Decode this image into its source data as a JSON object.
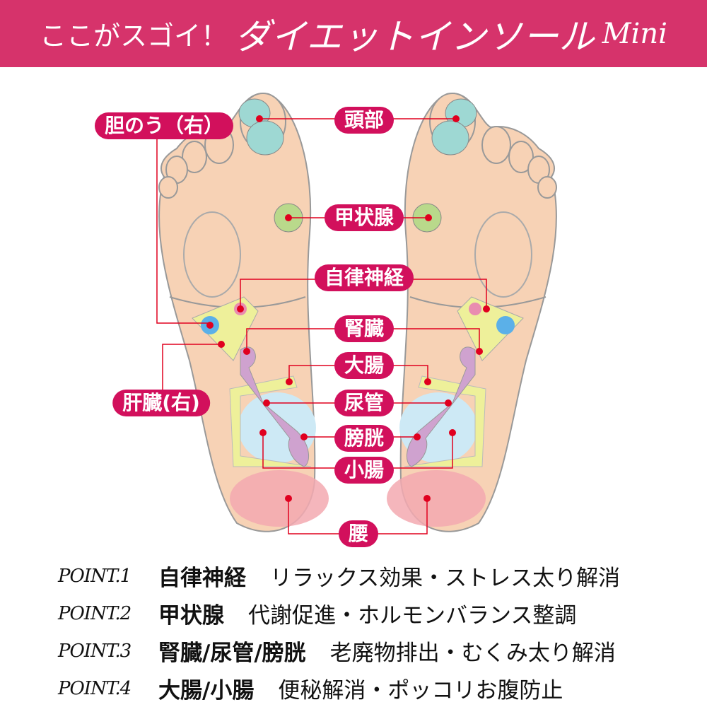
{
  "header": {
    "lead": "ここがスゴイ！",
    "title": "ダイエットインソール",
    "suffix": "Mini"
  },
  "labels": {
    "head": "頭部",
    "gallbladder": "胆のう（右）",
    "thyroid": "甲状腺",
    "autonomic": "自律神経",
    "kidney": "腎臓",
    "large_intestine": "大腸",
    "liver": "肝臓(右)",
    "ureter": "尿管",
    "bladder": "膀胱",
    "small_intestine": "小腸",
    "waist": "腰"
  },
  "points": [
    {
      "no": "POINT.1",
      "organ": "自律神経",
      "effect": "リラックス効果・ストレス太り解消"
    },
    {
      "no": "POINT.2",
      "organ": "甲状腺",
      "effect": "代謝促進・ホルモンバランス整調"
    },
    {
      "no": "POINT.3",
      "organ": "腎臓/尿管/膀胱",
      "effect": "老廃物排出・むくみ太り解消"
    },
    {
      "no": "POINT.4",
      "organ": "大腸/小腸",
      "effect": "便秘解消・ポッコリお腹防止"
    }
  ],
  "colors": {
    "header": "#d6336b",
    "label": "#d2105c",
    "skin": "#f7d2b5",
    "line": "#e0001f"
  }
}
